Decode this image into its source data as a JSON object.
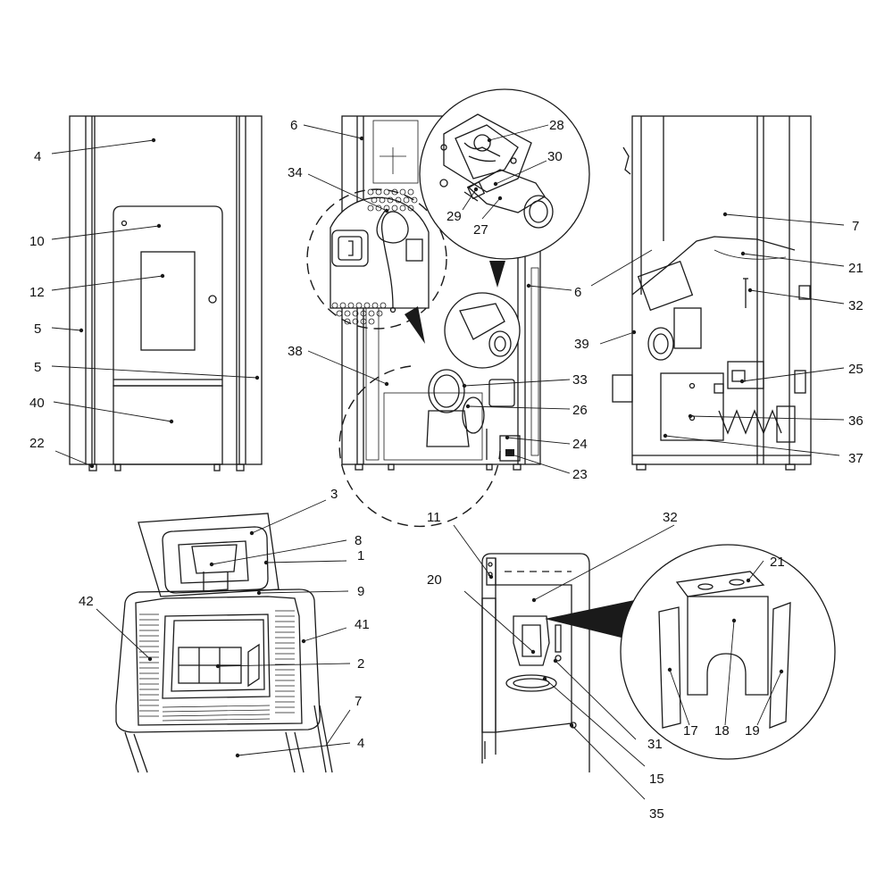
{
  "callouts": {
    "c4a": "4",
    "c10": "10",
    "c12": "12",
    "c5a": "5",
    "c5b": "5",
    "c40": "40",
    "c22": "22",
    "c6a": "6",
    "c34": "34",
    "c38": "38",
    "c28": "28",
    "c30": "30",
    "c29": "29",
    "c27": "27",
    "c6b": "6",
    "c33": "33",
    "c26": "26",
    "c24": "24",
    "c23": "23",
    "c7a": "7",
    "c21a": "21",
    "c32a": "32",
    "c39": "39",
    "c25": "25",
    "c36": "36",
    "c37": "37",
    "c3": "3",
    "c8": "8",
    "c1": "1",
    "c9": "9",
    "c42": "42",
    "c41": "41",
    "c2": "2",
    "c7b": "7",
    "c4b": "4",
    "c11": "11",
    "c32b": "32",
    "c20": "20",
    "c21b": "21",
    "c17": "17",
    "c18": "18",
    "c19": "19",
    "c31": "31",
    "c15": "15",
    "c35": "35"
  }
}
